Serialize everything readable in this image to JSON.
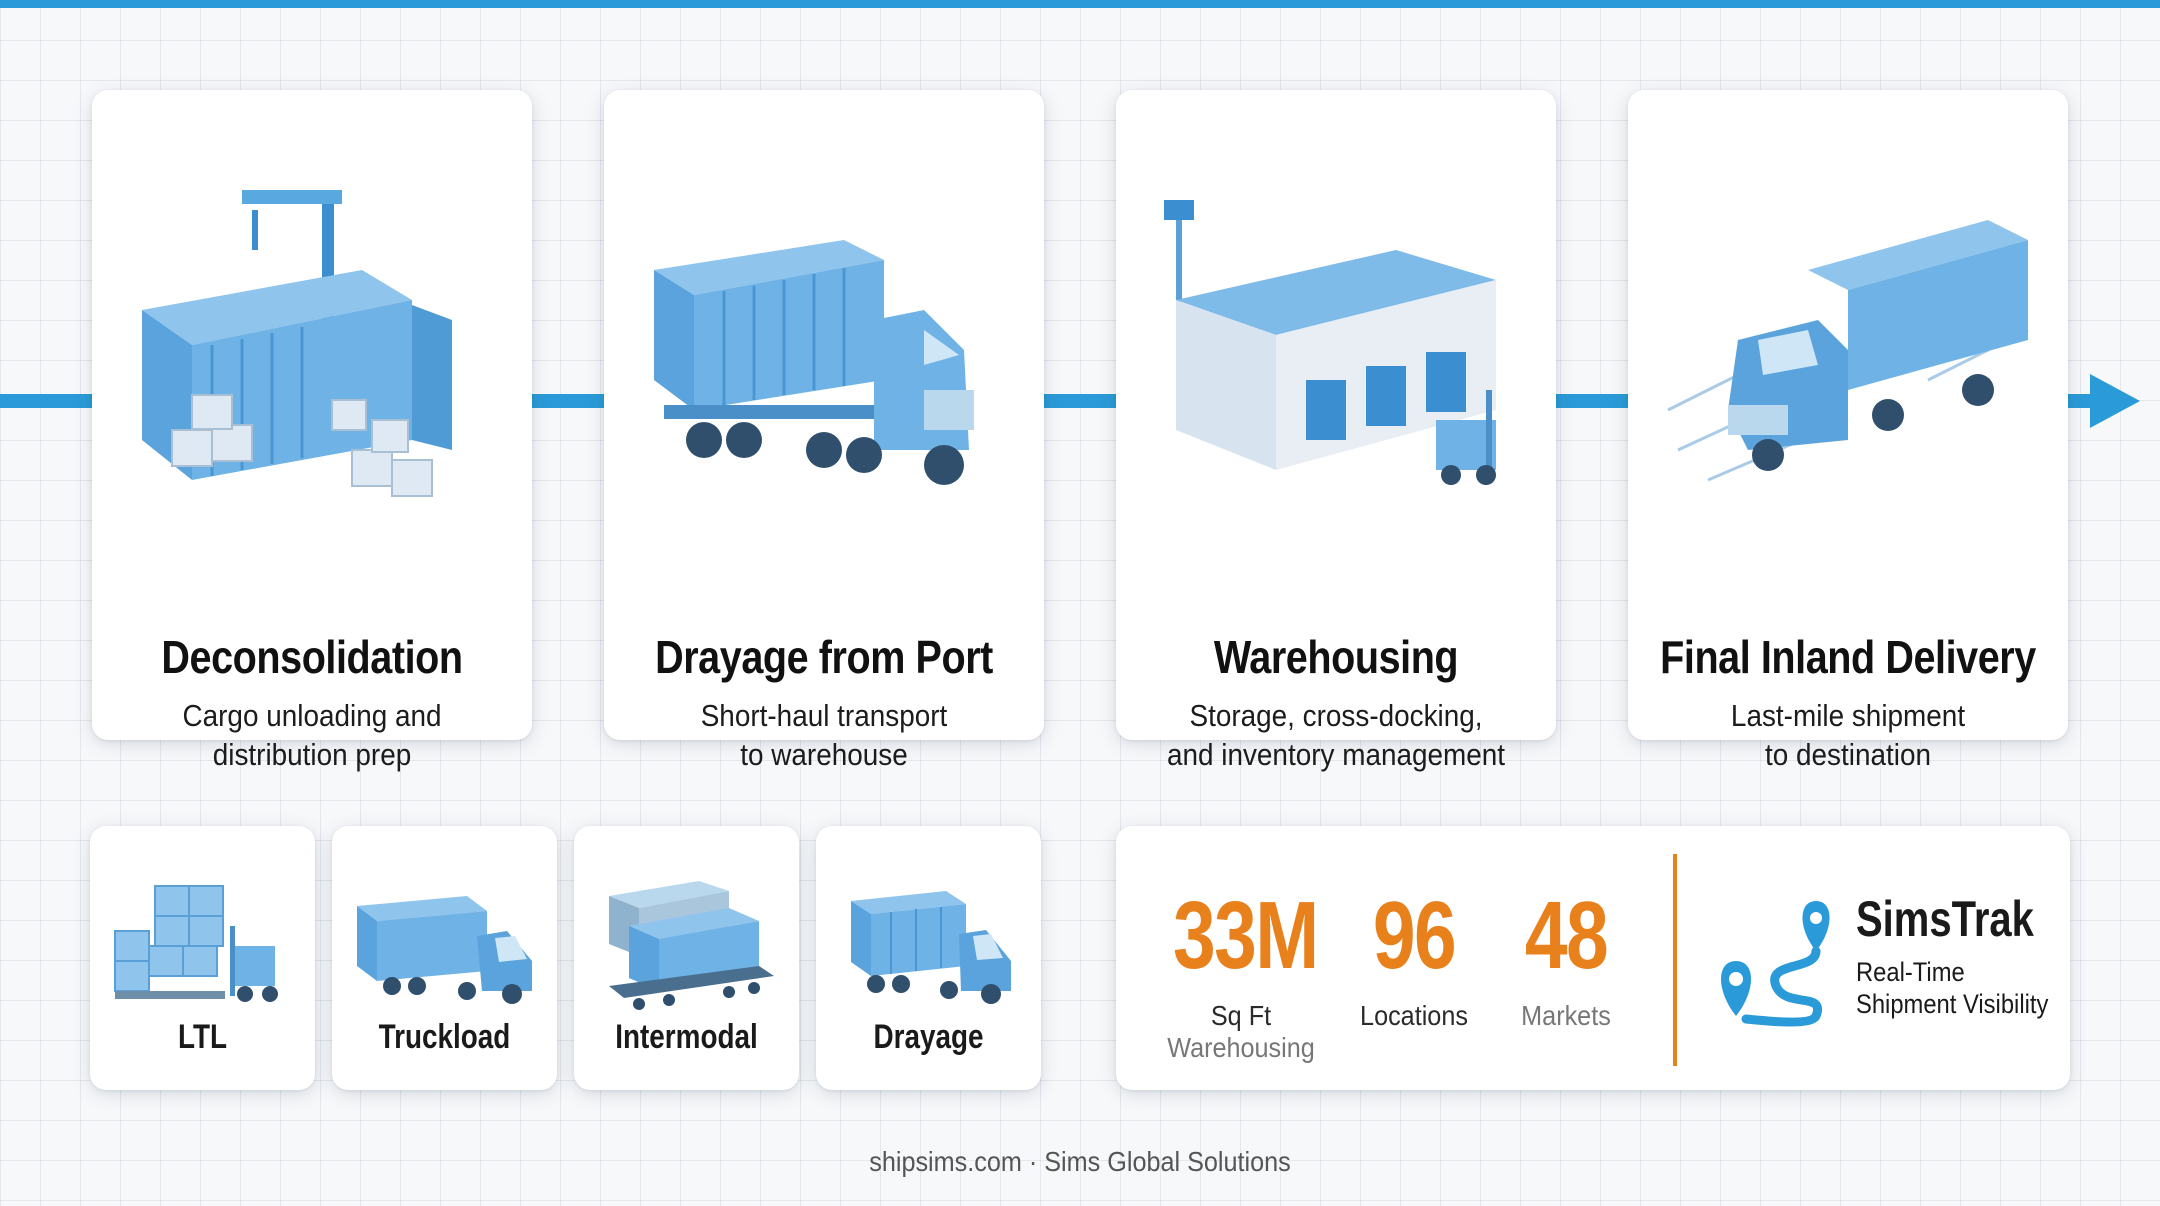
{
  "colors": {
    "accent_blue": "#2a9bd8",
    "accent_orange": "#e8801c"
  },
  "steps": [
    {
      "title": "Deconsolidation",
      "line1": "Cargo unloading and",
      "line2": "distribution prep",
      "icon": "container-unloading-icon"
    },
    {
      "title": "Drayage from Port",
      "line1": "Short-haul transport",
      "line2": "to warehouse",
      "icon": "container-truck-icon"
    },
    {
      "title": "Warehousing",
      "line1": "Storage, cross-docking,",
      "line2": "and inventory management",
      "icon": "warehouse-icon"
    },
    {
      "title": "Final Inland Delivery",
      "line1": "Last-mile shipment",
      "line2": "to destination",
      "icon": "delivery-truck-icon"
    }
  ],
  "modes": [
    {
      "label": "LTL",
      "icon": "pallet-forklift-icon"
    },
    {
      "label": "Truckload",
      "icon": "semi-truck-icon"
    },
    {
      "label": "Intermodal",
      "icon": "rail-containers-icon"
    },
    {
      "label": "Drayage",
      "icon": "drayage-truck-icon"
    }
  ],
  "stats": [
    {
      "value": "33M",
      "caption1": "Sq Ft",
      "caption2": "Warehousing"
    },
    {
      "value": "96",
      "caption1": "Locations"
    },
    {
      "value": "48",
      "caption1": "Markets"
    }
  ],
  "simstrak": {
    "title": "SimsTrak",
    "line1": "Real-Time",
    "line2": "Shipment Visibility",
    "icon": "route-pins-icon"
  },
  "footer": "shipsims.com · Sims Global Solutions"
}
